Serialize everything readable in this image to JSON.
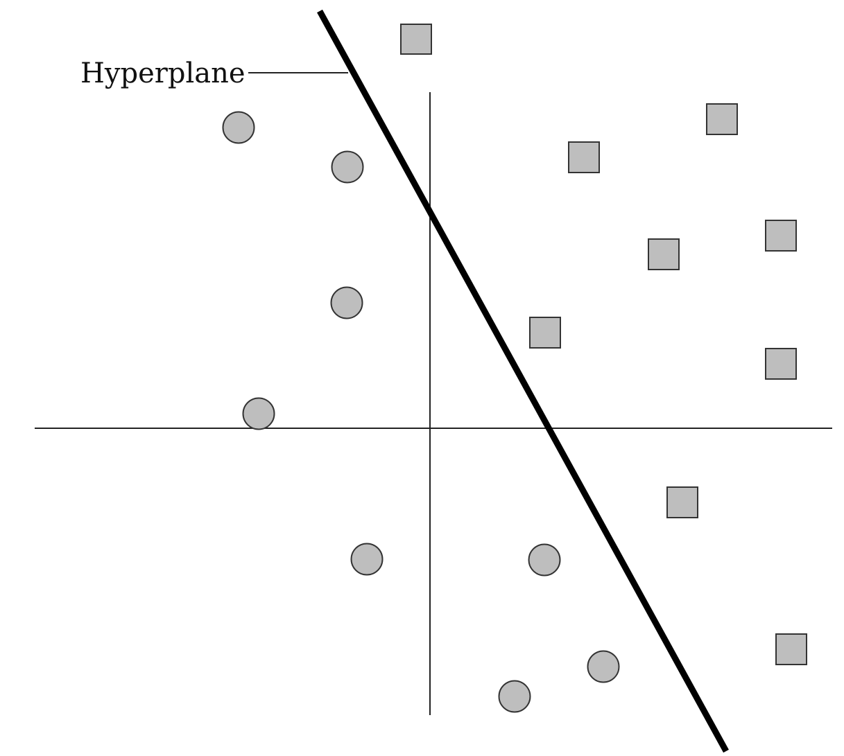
{
  "diagram": {
    "hyperplane_label": "Hyperplane",
    "colors": {
      "background": "#ffffff",
      "axis": "#222222",
      "hyperplane": "#000000",
      "marker_fill": "#bebebe",
      "marker_stroke": "#333333"
    },
    "marker_shapes": [
      "circle",
      "square"
    ],
    "class_a_shape": "circle",
    "class_b_shape": "square"
  }
}
